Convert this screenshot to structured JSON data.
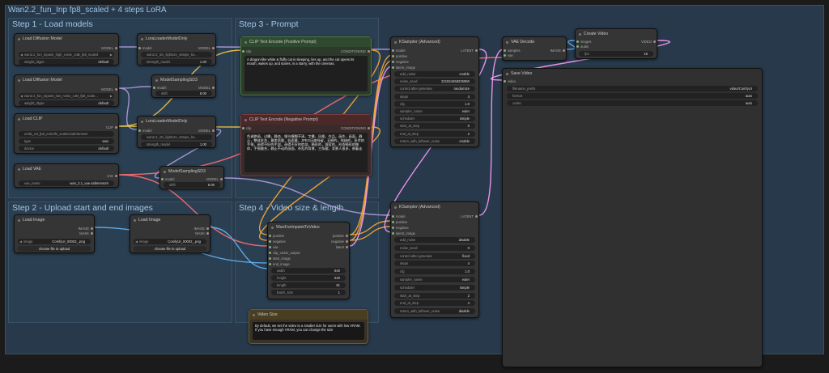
{
  "workflow_title": "Wan2.2_fun_Inp fp8_scaled + 4 steps LoRA",
  "groups": {
    "load_models": "Step 1 - Load models",
    "prompt": "Step 3 - Prompt",
    "upload": "Step 2 - Upload start and end images",
    "video_size": "Step 4 - Video size & length"
  },
  "load_diffusion_1": {
    "title": "Load Diffusion Model",
    "out": "MODEL",
    "unet": "wan2.2_fun_inpaint_high_noise_14B_fp8_scaled",
    "dtype_label": "weight_dtype",
    "dtype": "default"
  },
  "load_diffusion_2": {
    "title": "Load Diffusion Model",
    "out": "MODEL",
    "unet": "wan2.2_fun_inpaint_low_noise_14B_fp8_scale...",
    "dtype_label": "weight_dtype",
    "dtype": "default"
  },
  "load_clip": {
    "title": "Load CLIP",
    "out": "CLIP",
    "clip": "umt5_xxl_fp8_e4m3fn_scaled.safetensors",
    "type_label": "type",
    "type": "wan",
    "device_label": "device",
    "device": "default"
  },
  "load_vae": {
    "title": "Load VAE",
    "out": "VAE",
    "vae_label": "vae_name",
    "vae": "wan_2.1_vae.safetensors"
  },
  "lora_1": {
    "title": "LoraLoaderModelOnly",
    "in": "model",
    "out": "MODEL",
    "lora": "wan2.2_i2v_lightx2v_4steps_lor...",
    "strength_label": "strength_model",
    "strength": "1.00"
  },
  "lora_2": {
    "title": "LoraLoaderModelOnly",
    "in": "model",
    "out": "MODEL",
    "lora": "wan2.2_i2v_lightx2v_4steps_lor...",
    "strength_label": "strength_model",
    "strength": "1.00"
  },
  "msd_1": {
    "title": "ModelSamplingSD3",
    "in": "model",
    "out": "MODEL",
    "shift_label": "shift",
    "shift": "8.00"
  },
  "msd_2": {
    "title": "ModelSamplingSD3",
    "in": "model",
    "out": "MODEL",
    "shift_label": "shift",
    "shift": "8.00"
  },
  "clip_pos": {
    "title": "CLIP Text Encode (Positive Prompt)",
    "in": "clip",
    "out": "CONDITIONING",
    "text": "A dragon-like white & fluffy cat is sleeping, lies up, and the cat opens its mouth, wakes up, and stares, in a starry, with the cinemas."
  },
  "clip_neg": {
    "title": "CLIP Text Encode (Negative Prompt)",
    "in": "clip",
    "out": "CONDITIONING",
    "text": "色调艳丽，过曝，静态，细节模糊不清，字幕，风格，作品，画作，画面，静止，整体发灰，最差质量，低质量，JPEG压缩残留，丑陋的，残缺的，多余的手指，画得不好的手部，画得不好的脸部，畸形的，毁容的，形态畸形的肢体，手指融合，静止不动的画面，杂乱的背景，三条腿，背景人很多，倒着走"
  },
  "wan_fun": {
    "title": "WanFunInpaintToVideo",
    "inputs": [
      "positive",
      "negative",
      "vae",
      "clip_vision_output",
      "start_image",
      "end_image"
    ],
    "outputs": [
      "positive",
      "negative",
      "latent"
    ],
    "width_label": "width",
    "width": "640",
    "height_label": "height",
    "height": "640",
    "length_label": "length",
    "length": "81",
    "batch_label": "batch_size",
    "batch": "1"
  },
  "note": {
    "title": "Video Size",
    "text": "By default, we set the video to a smaller size for users with low VRAM. If you have enough VRAM, you can change the size"
  },
  "ks1": {
    "title": "KSampler (Advanced)",
    "inputs": [
      "model",
      "positive",
      "negative",
      "latent_image"
    ],
    "out": "LATENT",
    "widgets": [
      [
        "add_noise",
        "enable"
      ],
      [
        "noise_seed",
        "221924458225950"
      ],
      [
        "control after generate",
        "randomize"
      ],
      [
        "steps",
        "4"
      ],
      [
        "cfg",
        "1.0"
      ],
      [
        "sampler_name",
        "euler"
      ],
      [
        "scheduler",
        "simple"
      ],
      [
        "start_at_step",
        "0"
      ],
      [
        "end_at_step",
        "2"
      ],
      [
        "return_with_leftover_noise",
        "enable"
      ]
    ]
  },
  "ks2": {
    "title": "KSampler (Advanced)",
    "inputs": [
      "model",
      "positive",
      "negative",
      "latent_image"
    ],
    "out": "LATENT",
    "widgets": [
      [
        "add_noise",
        "disable"
      ],
      [
        "noise_seed",
        "0"
      ],
      [
        "control after generate",
        "fixed"
      ],
      [
        "steps",
        "4"
      ],
      [
        "cfg",
        "1.0"
      ],
      [
        "sampler_name",
        "euler"
      ],
      [
        "scheduler",
        "simple"
      ],
      [
        "start_at_step",
        "2"
      ],
      [
        "end_at_step",
        "4"
      ],
      [
        "return_with_leftover_noise",
        "disable"
      ]
    ]
  },
  "vae_decode": {
    "title": "VAE Decode",
    "inputs": [
      "samples",
      "vae"
    ],
    "out": "IMAGE"
  },
  "create_video": {
    "title": "Create Video",
    "inputs": [
      "images",
      "audio"
    ],
    "out": "VIDEO",
    "fps_label": "fps",
    "fps": "16"
  },
  "save_video": {
    "title": "Save Video",
    "in": "video",
    "widgets": [
      [
        "filename_prefix",
        "video/ComfyUI"
      ],
      [
        "format",
        "auto"
      ],
      [
        "codec",
        "auto"
      ]
    ]
  },
  "load_image_1": {
    "title": "Load Image",
    "outs": [
      "IMAGE",
      "MASK"
    ],
    "image_label": "image",
    "image": "ComfyUI_00003_.png",
    "upload": "choose file to upload"
  },
  "load_image_2": {
    "title": "Load Image",
    "outs": [
      "IMAGE",
      "MASK"
    ],
    "image_label": "image",
    "image": "ComfyUI_00002_.png",
    "upload": "choose file to upload"
  },
  "colors": {
    "model": "#b39ddb",
    "clip": "#f5c542",
    "vae": "#ff6e6e",
    "conditioning": "#ffa931",
    "latent": "#ff9cf9",
    "image": "#64b5f6"
  }
}
